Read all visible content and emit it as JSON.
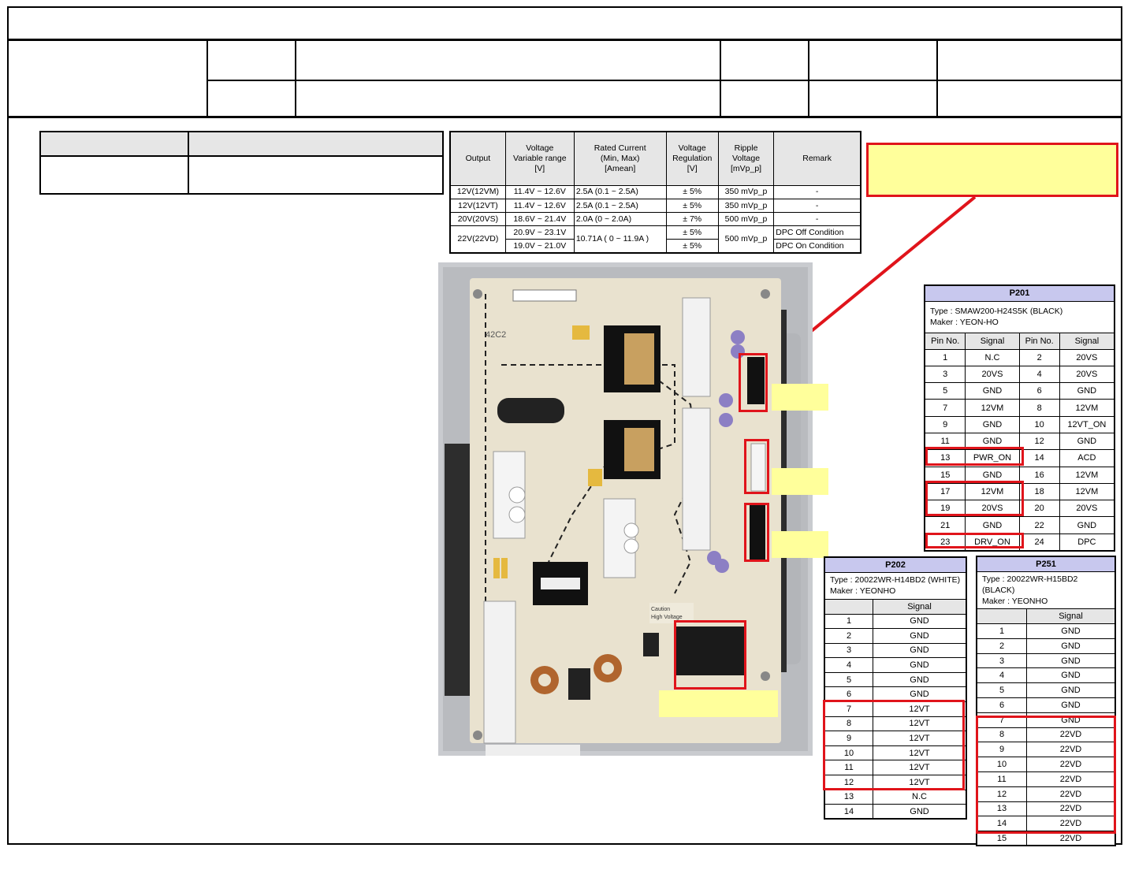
{
  "spec_table": {
    "headers": [
      [
        "Output"
      ],
      [
        "Voltage",
        "Variable range",
        "[V]"
      ],
      [
        "Rated Current",
        "(Min, Max)",
        "[Amean]"
      ],
      [
        "Voltage",
        "Regulation",
        "[V]"
      ],
      [
        "Ripple",
        "Voltage",
        "[mVp_p]"
      ],
      [
        "Remark"
      ]
    ],
    "rows": [
      {
        "output": "12V(12VM)",
        "range": "11.4V ~ 12.6V",
        "current": "2.5A (0.1 ~ 2.5A)",
        "regulation": "± 5%",
        "ripple": "350 mVp_p",
        "remark": "-"
      },
      {
        "output": "12V(12VT)",
        "range": "11.4V ~ 12.6V",
        "current": "2.5A (0.1 ~ 2.5A)",
        "regulation": "± 5%",
        "ripple": "350 mVp_p",
        "remark": "-"
      },
      {
        "output": "20V(20VS)",
        "range": "18.6V ~ 21.4V",
        "current": "2.0A (0 ~ 2.0A)",
        "regulation": "± 7%",
        "ripple": "500 mVp_p",
        "remark": "-"
      }
    ],
    "last": {
      "output": "22V(22VD)",
      "range_a": "20.9V ~ 23.1V",
      "range_b": "19.0V ~ 21.0V",
      "current": "10.71A ( 0 ~ 11.9A )",
      "reg_a": "± 5%",
      "reg_b": "± 5%",
      "ripple": "500 mVp_p",
      "remark_a": "DPC Off Condition",
      "remark_b": "DPC On Condition"
    }
  },
  "p201": {
    "title": "P201",
    "type": "Type    : SMAW200-H24S5K (BLACK)",
    "maker": "Maker : YEON-HO",
    "headers": [
      "Pin No.",
      "Signal",
      "Pin No.",
      "Signal"
    ],
    "rows": [
      [
        "1",
        "N.C",
        "2",
        "20VS"
      ],
      [
        "3",
        "20VS",
        "4",
        "20VS"
      ],
      [
        "5",
        "GND",
        "6",
        "GND"
      ],
      [
        "7",
        "12VM",
        "8",
        "12VM"
      ],
      [
        "9",
        "GND",
        "10",
        "12VT_ON"
      ],
      [
        "11",
        "GND",
        "12",
        "GND"
      ],
      [
        "13",
        "PWR_ON",
        "14",
        "ACD"
      ],
      [
        "15",
        "GND",
        "16",
        "12VM"
      ],
      [
        "17",
        "12VM",
        "18",
        "12VM"
      ],
      [
        "19",
        "20VS",
        "20",
        "20VS"
      ],
      [
        "21",
        "GND",
        "22",
        "GND"
      ],
      [
        "23",
        "DRV_ON",
        "24",
        "DPC"
      ]
    ]
  },
  "p202": {
    "title": "P202",
    "type": "Type    : 20022WR-H14BD2 (WHITE)",
    "maker": "Maker : YEONHO",
    "header": "Signal",
    "rows": [
      [
        "1",
        "GND"
      ],
      [
        "2",
        "GND"
      ],
      [
        "3",
        "GND"
      ],
      [
        "4",
        "GND"
      ],
      [
        "5",
        "GND"
      ],
      [
        "6",
        "GND"
      ],
      [
        "7",
        "12VT"
      ],
      [
        "8",
        "12VT"
      ],
      [
        "9",
        "12VT"
      ],
      [
        "10",
        "12VT"
      ],
      [
        "11",
        "12VT"
      ],
      [
        "12",
        "12VT"
      ],
      [
        "13",
        "N.C"
      ],
      [
        "14",
        "GND"
      ]
    ]
  },
  "p251": {
    "title": "P251",
    "type": "Type    : 20022WR-H15BD2 (BLACK)",
    "maker": "Maker : YEONHO",
    "header": "Signal",
    "rows": [
      [
        "1",
        "GND"
      ],
      [
        "2",
        "GND"
      ],
      [
        "3",
        "GND"
      ],
      [
        "4",
        "GND"
      ],
      [
        "5",
        "GND"
      ],
      [
        "6",
        "GND"
      ],
      [
        "7",
        "GND"
      ],
      [
        "8",
        "22VD"
      ],
      [
        "9",
        "22VD"
      ],
      [
        "10",
        "22VD"
      ],
      [
        "11",
        "22VD"
      ],
      [
        "12",
        "22VD"
      ],
      [
        "13",
        "22VD"
      ],
      [
        "14",
        "22VD"
      ],
      [
        "15",
        "22VD"
      ]
    ]
  },
  "board": {
    "silkscreen_code": "42C2",
    "caution_text": "Caution",
    "caution_sub": "High Voltage"
  },
  "colors": {
    "highlight_red": "#e0141b",
    "note_yellow": "#ffff9b",
    "table_title": "#c8c8ee"
  }
}
